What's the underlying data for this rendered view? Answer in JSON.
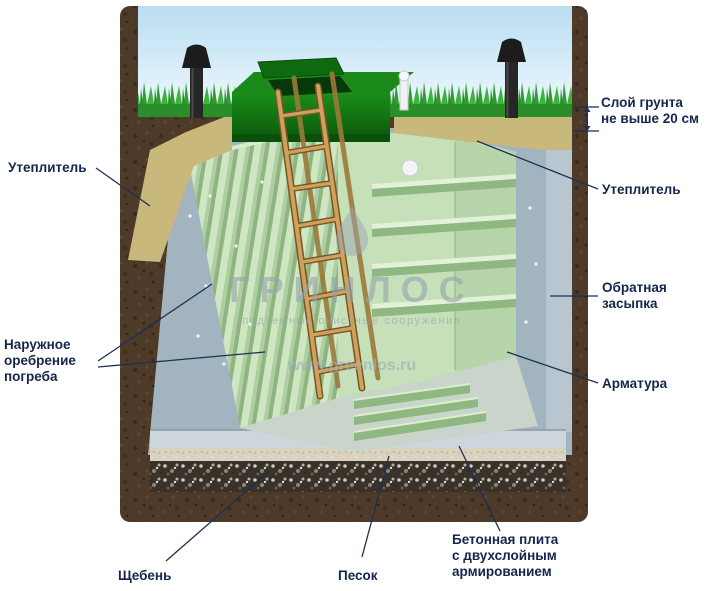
{
  "labels": {
    "uteplitel_left": "Утеплитель",
    "uteplitel_right": "Утеплитель",
    "soil_layer": {
      "line1": "Слой грунта",
      "line2": "не выше 20 см"
    },
    "backfill": {
      "line1": "Обратная",
      "line2": "засыпка"
    },
    "rebar": "Арматура",
    "external_ribbing": {
      "line1": "Наружное",
      "line2": "оребрение",
      "line3": "погреба"
    },
    "crushed_stone": "Щебень",
    "sand": "Песок",
    "concrete_slab": {
      "line1": "Бетонная плита",
      "line2": "с двухслойным",
      "line3": "армированием"
    }
  },
  "watermark": {
    "brand": "ГРИНЛОС",
    "tagline": "подземные очистные сооружения",
    "url": "www.greenlos.ru"
  },
  "colors": {
    "label_text": "#14264d",
    "leader_line": "#1c2f55",
    "sky": "#cde9f7",
    "grass": "#2f9e2f",
    "earth": "#4e3a29",
    "insulation": "#c9b87c",
    "concrete": "#a2b4c0",
    "backfill_gray": "#b8c6d0",
    "cellar_green": "#c6e0ba",
    "tank_green": "#117a11",
    "wood": "#c89858",
    "gravel": "#38322a"
  }
}
